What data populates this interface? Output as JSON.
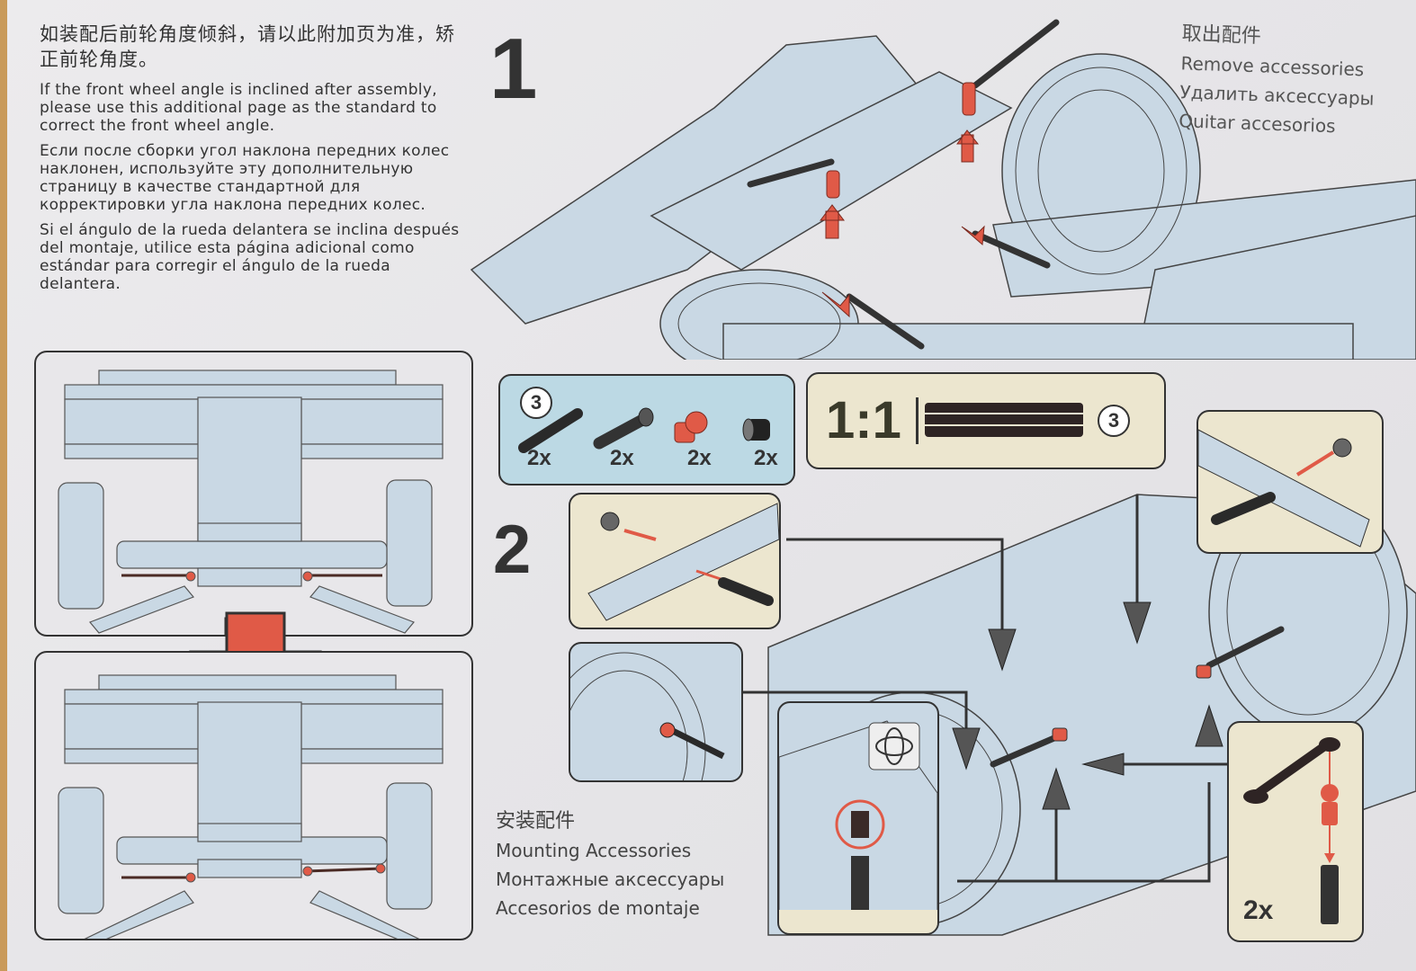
{
  "intro": {
    "zh": "如装配后前轮角度倾斜，请以此附加页为准，矫正前轮角度。",
    "en": "If the front wheel angle is inclined after assembly, please use this additional page as the standard to correct the front wheel angle.",
    "ru": "Если после сборки угол наклона передних колес наклонен, используйте эту дополнительную страницу в качестве стандартной для корректировки угла наклона передних колес.",
    "es": "Si el ángulo de la rueda delantera se inclina después del montaje, utilice esta página adicional como estándar para corregir el ángulo de la rueda delantera."
  },
  "steps": {
    "step1": "1",
    "step2": "2"
  },
  "remove_caption": {
    "zh": "取出配件",
    "en": "Remove accessories",
    "ru": "Удалить аксессуары",
    "es": "Quitar accesorios"
  },
  "mount_caption": {
    "zh": "安装配件",
    "en": "Mounting Accessories",
    "ru": "Монтажные аксессуары",
    "es": "Accesorios de montaje"
  },
  "parts_list": {
    "bag_number": "3",
    "items": [
      {
        "icon": "axle-pin-black",
        "qty": "2x"
      },
      {
        "icon": "long-pin-with-bushing",
        "qty": "2x"
      },
      {
        "icon": "ball-joint-red",
        "qty": "2x"
      },
      {
        "icon": "bushing-black",
        "qty": "2x"
      }
    ]
  },
  "scale_ref": {
    "ratio": "1:1",
    "length_label": "3"
  },
  "callout_qty": "2x",
  "colors": {
    "accent_red": "#e05a47",
    "part_blue": "#c9d8e4",
    "callout_beige": "#ece6cf",
    "parts_bg": "#bcd9e4",
    "ink": "#333333"
  }
}
